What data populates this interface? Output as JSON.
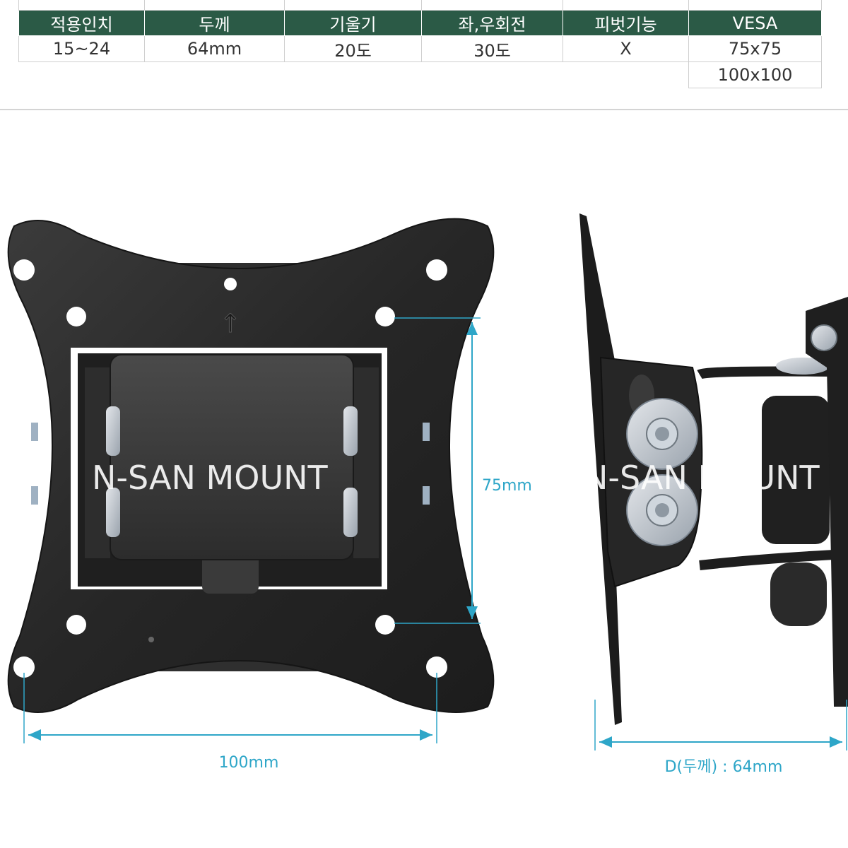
{
  "spec_table": {
    "headers": [
      "적용인치",
      "두께",
      "기울기",
      "좌,우회전",
      "피벗기능",
      "VESA"
    ],
    "values": [
      "15~24",
      "64mm",
      "20도",
      "30도",
      "X",
      "75x75"
    ],
    "vesa_extra": "100x100"
  },
  "figure": {
    "watermark": "N-SAN MOUNT",
    "dim_height": "75mm",
    "dim_width": "100mm",
    "dim_depth": "D(두께) : 64mm",
    "arrow_glyph": "↑",
    "colors": {
      "table_header_bg": "#2b5a46",
      "dimension_line": "#2ea6c8",
      "mount_metal": "#2a2a2a"
    }
  }
}
